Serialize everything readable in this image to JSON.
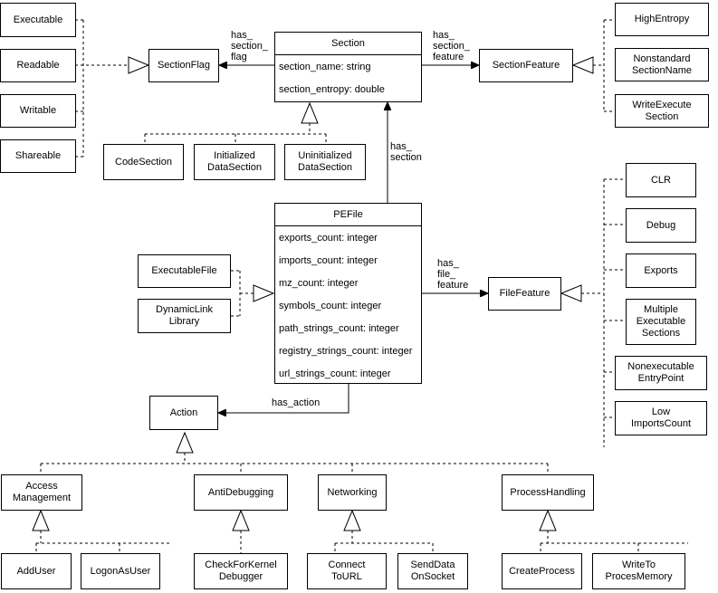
{
  "classes": {
    "section": {
      "name": "Section",
      "attributes": [
        "section_name: string",
        "section_entropy: double"
      ]
    },
    "pefile": {
      "name": "PEFile",
      "attributes": [
        "exports_count: integer",
        "imports_count: integer",
        "mz_count: integer",
        "symbols_count: integer",
        "path_strings_count: integer",
        "registry_strings_count: integer",
        "url_strings_count: integer"
      ]
    }
  },
  "section_flags": {
    "parent": "SectionFlag",
    "children": [
      "Executable",
      "Readable",
      "Writable",
      "Shareable"
    ]
  },
  "section_types": [
    "CodeSection",
    "Initialized\nDataSection",
    "Uninitialized\nDataSection"
  ],
  "section_features": {
    "parent": "SectionFeature",
    "children": [
      "HighEntropy",
      "Nonstandard\nSectionName",
      "WriteExecute\nSection"
    ]
  },
  "file_types": [
    "ExecutableFile",
    "DynamicLink\nLibrary"
  ],
  "file_features": {
    "parent": "FileFeature",
    "children": [
      "CLR",
      "Debug",
      "Exports",
      "Multiple\nExecutable\nSections",
      "Nonexecutable\nEntryPoint",
      "Low\nImportsCount"
    ]
  },
  "action": {
    "parent": "Action",
    "categories": [
      "Access\nManagement",
      "AntiDebugging",
      "Networking",
      "ProcessHandling"
    ]
  },
  "action_leaves": {
    "access_management": [
      "AddUser",
      "LogonAsUser"
    ],
    "anti_debugging": [
      "CheckForKernel\nDebugger"
    ],
    "networking": [
      "Connect\nToURL",
      "SendData\nOnSocket"
    ],
    "process_handling": [
      "CreateProcess",
      "WriteTo\nProcesMemory"
    ]
  },
  "relations": {
    "has_section_flag": "has_\nsection_\nflag",
    "has_section_feature": "has_\nsection_\nfeature",
    "has_section": "has_\nsection",
    "has_file_feature": "has_\nfile_\nfeature",
    "has_action": "has_action"
  }
}
